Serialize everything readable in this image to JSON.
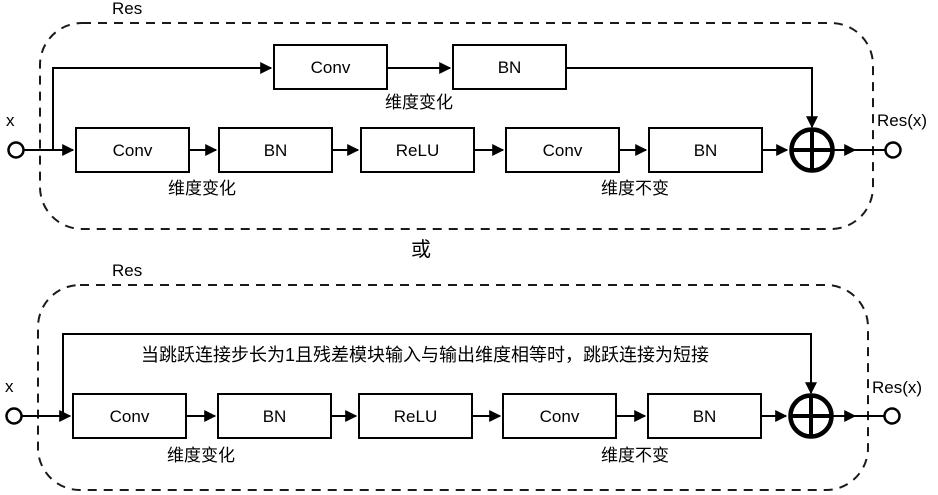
{
  "colors": {
    "line": "#000000",
    "dash_border": "#1a1a1a",
    "background": "#ffffff",
    "box_fill": "#ffffff",
    "text": "#000000"
  },
  "or_label": "或",
  "top_block": {
    "title": "Res",
    "input_label": "x",
    "output_label": "Res(x)",
    "skip_nodes": [
      "Conv",
      "BN"
    ],
    "skip_caption": "维度变化",
    "main_nodes": [
      "Conv",
      "BN",
      "ReLU",
      "Conv",
      "BN"
    ],
    "main_caption_left": "维度变化",
    "main_caption_right": "维度不变"
  },
  "bottom_block": {
    "title": "Res",
    "input_label": "x",
    "output_label": "Res(x)",
    "note": "当跳跃连接步长为1且残差模块输入与输出维度相等时，跳跃连接为短接",
    "main_nodes": [
      "Conv",
      "BN",
      "ReLU",
      "Conv",
      "BN"
    ],
    "main_caption_left": "维度变化",
    "main_caption_right": "维度不变"
  }
}
